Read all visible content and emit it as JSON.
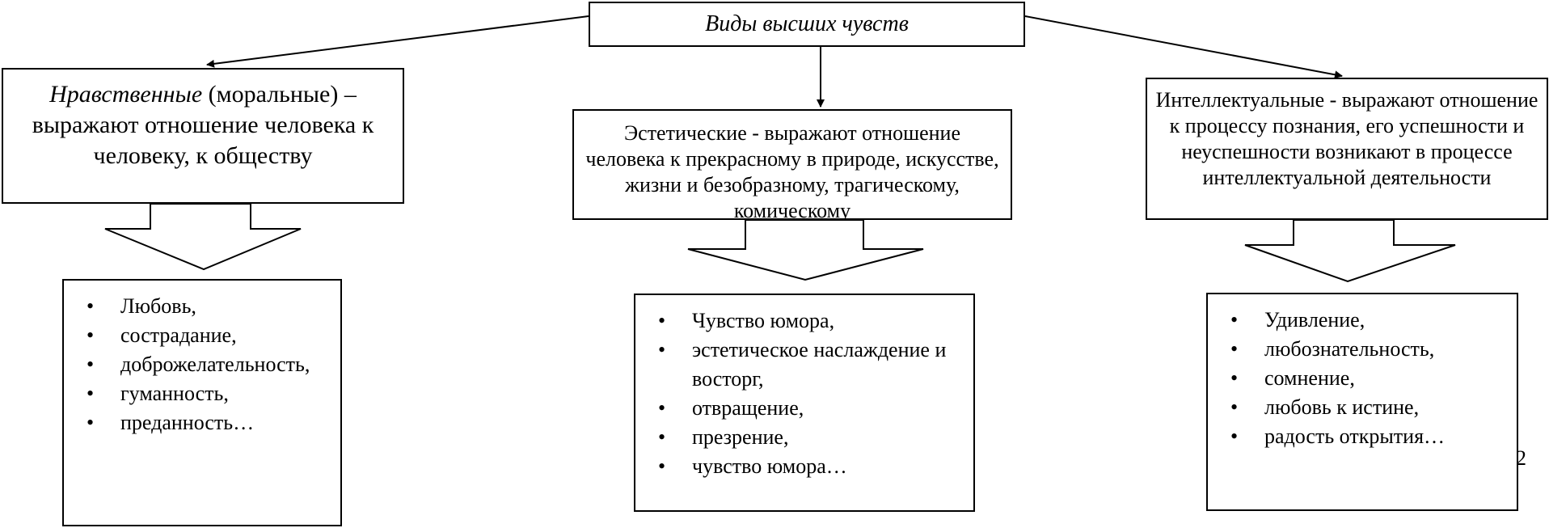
{
  "title": "Виды высших чувств",
  "categories": [
    {
      "name_italic": "Нравственные",
      "name_rest": " (моральные) – выражают отношение человека к человеку, к обществу",
      "items": [
        "Любовь,",
        "сострадание,",
        "доброжелательность,",
        "гуманность,",
        "преданность…"
      ]
    },
    {
      "text": "Эстетические - выражают отношение человека к прекрасному в природе, искусстве, жизни и безобразному, трагическому, комическому",
      "items": [
        "Чувство юмора,",
        "эстетическое наслаждение и восторг,",
        " отвращение,",
        "презрение,",
        "чувство юмора…"
      ]
    },
    {
      "text": "Интеллектуальные - выражают отношение к процессу познания, его успешности и неуспешности возникают в процессе интеллектуальной деятельности",
      "items": [
        "Удивление,",
        "любознательность,",
        " сомнение,",
        "любовь к истине,",
        " радость открытия…"
      ]
    }
  ],
  "page_number": "2"
}
